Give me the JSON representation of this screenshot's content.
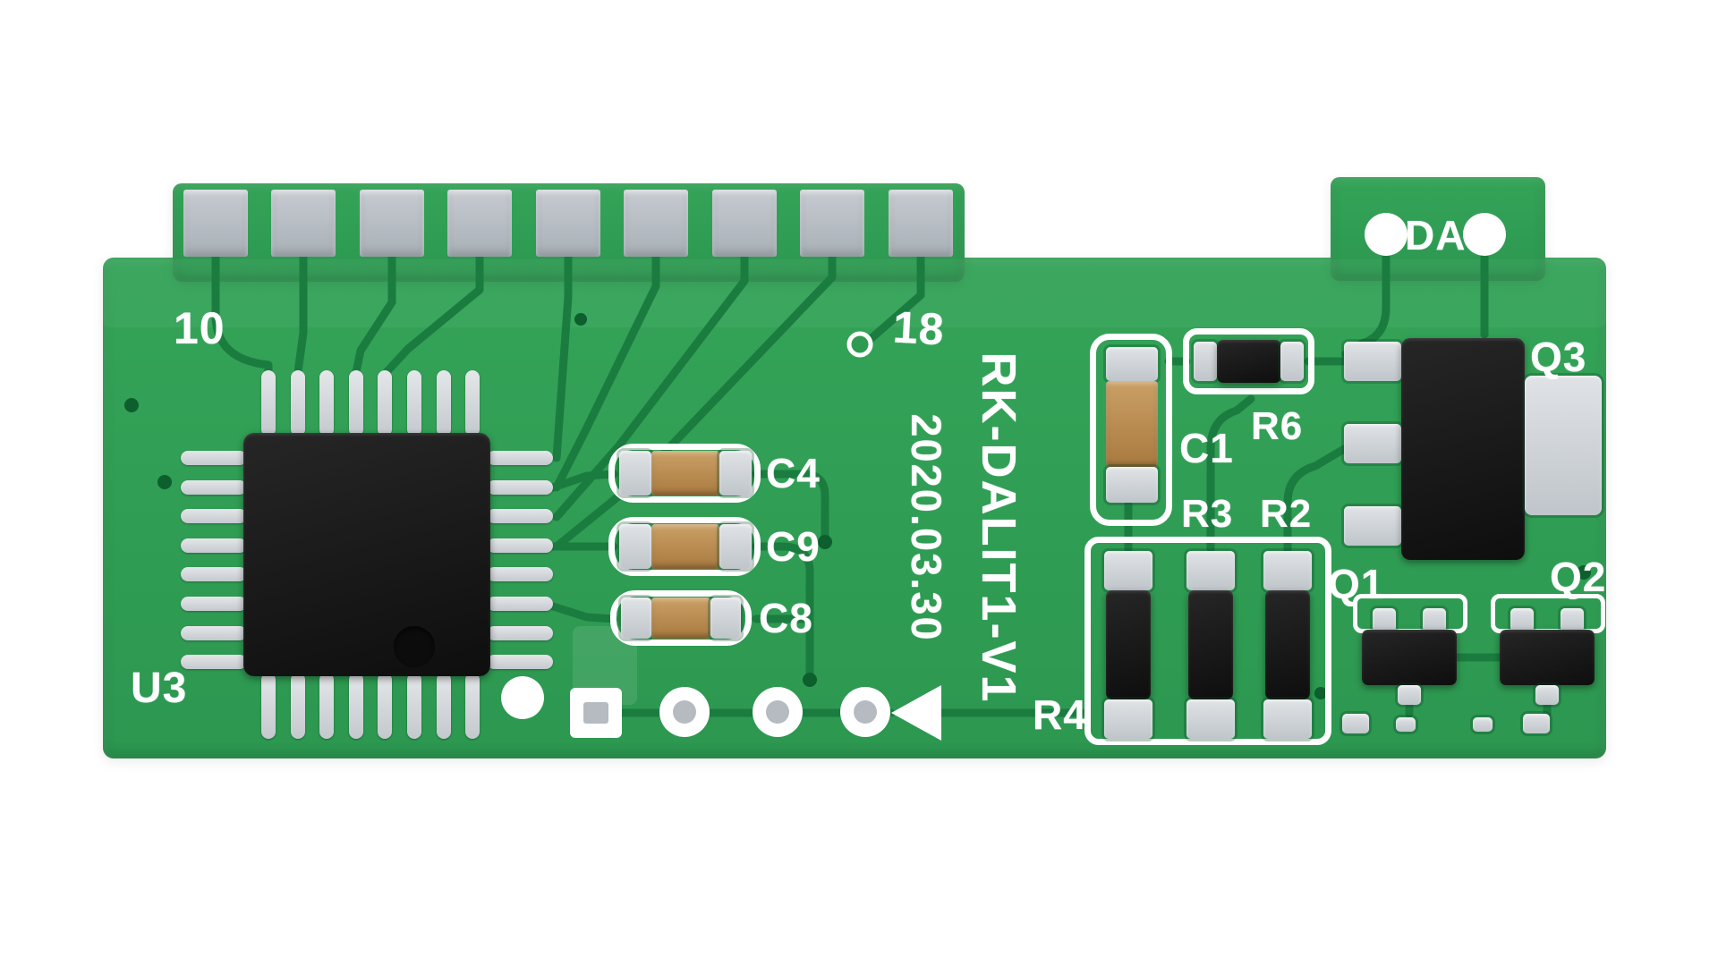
{
  "image_type": "pcb-product-photo",
  "board": {
    "model": "RK-DALIT1-V1",
    "date_code": "2020.03.30",
    "labels": {
      "pin10": "10",
      "pin18": "18",
      "da": "DA",
      "u3": "U3",
      "c4": "C4",
      "c9": "C9",
      "c8": "C8",
      "c1": "C1",
      "r6": "R6",
      "r3": "R3",
      "r2": "R2",
      "r4": "R4",
      "q1": "Q1",
      "q2": "Q2",
      "q3": "Q3"
    },
    "colors": {
      "background": "#ffffff",
      "board_green": "#30a055",
      "trace_green": "#1b7c40",
      "via_green": "#0d5f2e",
      "silkscreen_white": "#ffffff",
      "pad_silver": "#d2d7db",
      "connector_gray": "#b7bcc2",
      "component_black": "#171717",
      "capacitor_tan": "#b9884e"
    }
  }
}
